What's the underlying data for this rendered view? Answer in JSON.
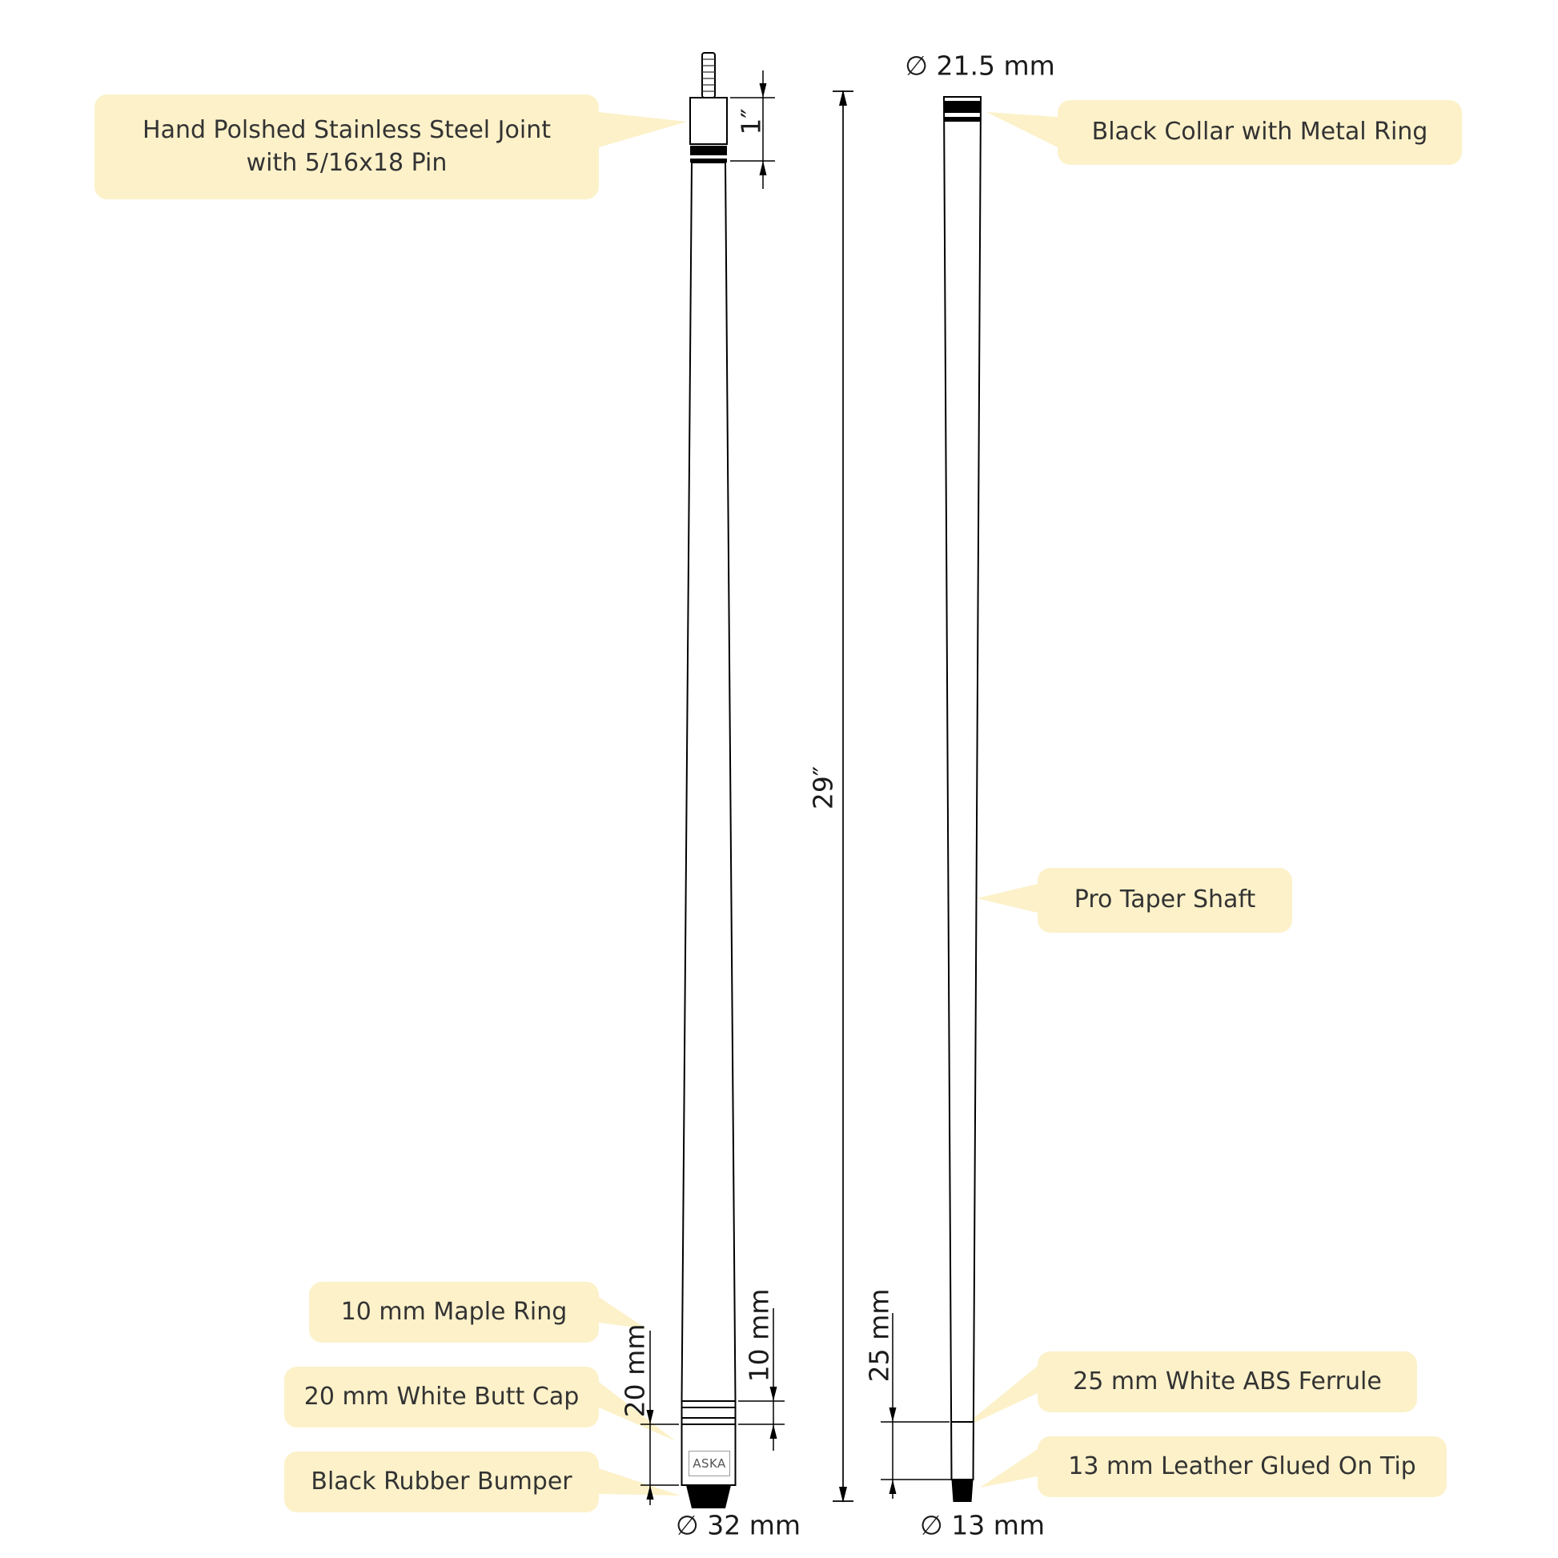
{
  "callouts": {
    "joint": {
      "line1": "Hand Polshed Stainless Steel Joint",
      "line2": "with 5/16x18 Pin"
    },
    "collar": "Black Collar with Metal Ring",
    "shaft": "Pro Taper Shaft",
    "maple_ring": "10 mm Maple Ring",
    "butt_cap": "20 mm White Butt Cap",
    "bumper": "Black Rubber Bumper",
    "ferrule": "25 mm White ABS Ferrule",
    "tip": "13 mm Leather Glued On Tip"
  },
  "dimensions": {
    "overall_length": "29″",
    "joint_length": "1″",
    "butt_cap_length": "20 mm",
    "maple_ring_length": "10 mm",
    "ferrule_length": "25 mm",
    "shaft_collar_diameter": "∅ 21.5 mm",
    "butt_diameter": "∅ 32 mm",
    "tip_diameter": "∅ 13 mm"
  },
  "brand": "ASKA",
  "colors": {
    "callout_background": "#FCF1C9",
    "drawing_line": "#000000",
    "text": "#333333"
  }
}
